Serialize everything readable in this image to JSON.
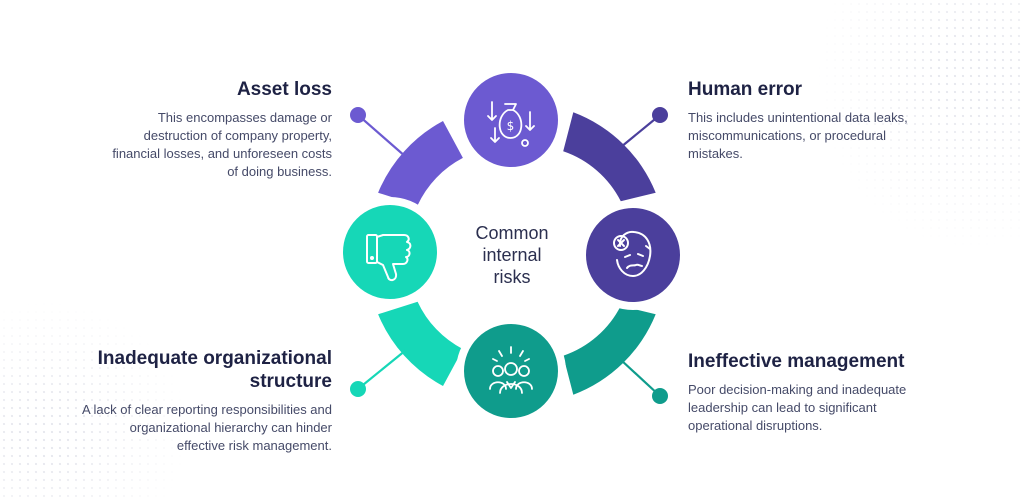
{
  "center": {
    "lines": [
      "Common",
      "internal",
      "risks"
    ]
  },
  "items": [
    {
      "id": "asset-loss",
      "title": "Asset loss",
      "description": "This encompasses damage or destruction of company property, financial losses, and unforeseen costs of doing business.",
      "icon": "money-bag-loss-icon",
      "color": "#6c5ad1"
    },
    {
      "id": "human-error",
      "title": "Human error",
      "description": "This includes unintentional data leaks, miscommunications, or procedural mistakes.",
      "icon": "confused-face-icon",
      "color": "#4b3f9c"
    },
    {
      "id": "inadequate",
      "title": "Inadequate organizational structure",
      "description": "A lack of clear reporting responsibilities and organizational hierarchy can hinder effective risk management.",
      "icon": "thumbs-down-icon",
      "color": "#16d7b7"
    },
    {
      "id": "ineffective",
      "title": "Ineffective management",
      "description": "Poor decision-making and inadequate leadership can lead to significant operational disruptions.",
      "icon": "team-people-icon",
      "color": "#0f9c8c"
    }
  ]
}
